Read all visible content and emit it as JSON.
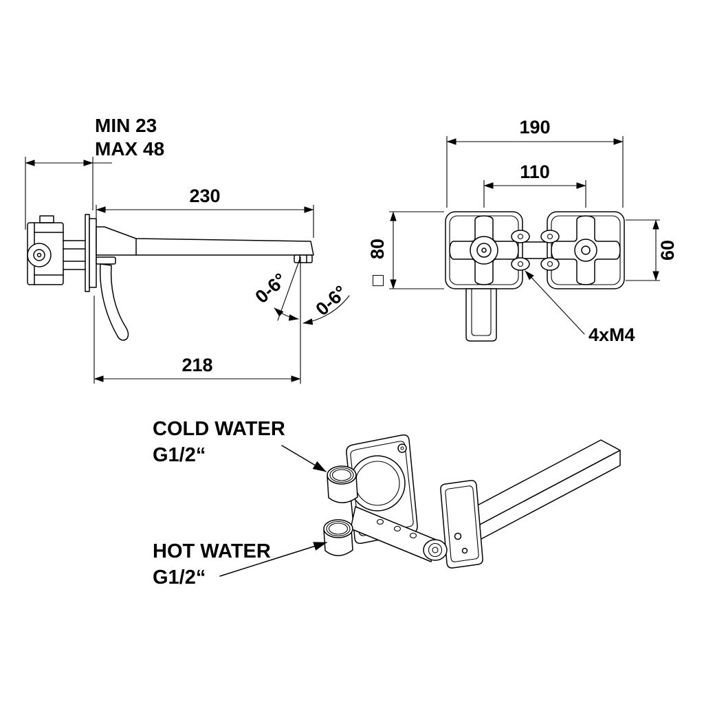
{
  "drawing": {
    "background": "#ffffff",
    "line_color": "#000000"
  },
  "side_view": {
    "wall_min": "MIN 23",
    "wall_max": "MAX 48",
    "dim_spout_top": "230",
    "dim_spout_bottom": "218",
    "angle_left": "0-6°",
    "angle_right": "0-6°"
  },
  "front_view": {
    "dim_overall_width": "190",
    "dim_hole_centers": "110",
    "dim_plate_square": "80",
    "square_symbol": "□",
    "dim_handle_height": "60",
    "screw_note": "4xM4"
  },
  "iso_view": {
    "cold_line1": "COLD WATER",
    "cold_line2": "G1/2“",
    "hot_line1": "HOT WATER",
    "hot_line2": "G1/2“"
  }
}
